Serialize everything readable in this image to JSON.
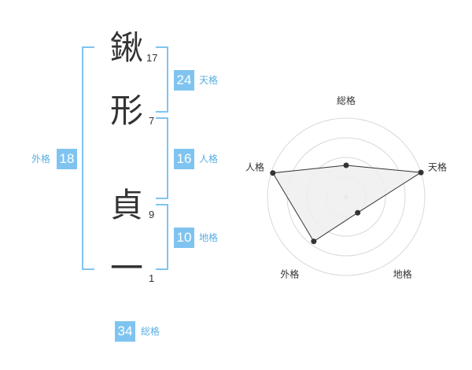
{
  "name": {
    "characters": [
      {
        "char": "鍬",
        "strokes": "17"
      },
      {
        "char": "形",
        "strokes": "7"
      },
      {
        "char": "貞",
        "strokes": "9"
      },
      {
        "char": "一",
        "strokes": "1"
      }
    ]
  },
  "kaku": {
    "tenkaku": {
      "value": "24",
      "label": "天格"
    },
    "jinkaku": {
      "value": "16",
      "label": "人格"
    },
    "chikaku": {
      "value": "10",
      "label": "地格"
    },
    "gaikaku": {
      "value": "18",
      "label": "外格"
    },
    "soukaku": {
      "value": "34",
      "label": "総格"
    }
  },
  "colors": {
    "accent": "#7fc4f0",
    "label": "#5aaee0",
    "text": "#333333",
    "grid": "#d9d9d9",
    "fill": "#efefef"
  },
  "chart_data": {
    "type": "radar",
    "axes": [
      "総格",
      "天格",
      "地格",
      "外格",
      "人格"
    ],
    "values": [
      0.4,
      1.0,
      0.25,
      0.7,
      0.98
    ],
    "rings": 4,
    "range": [
      0,
      1
    ]
  }
}
